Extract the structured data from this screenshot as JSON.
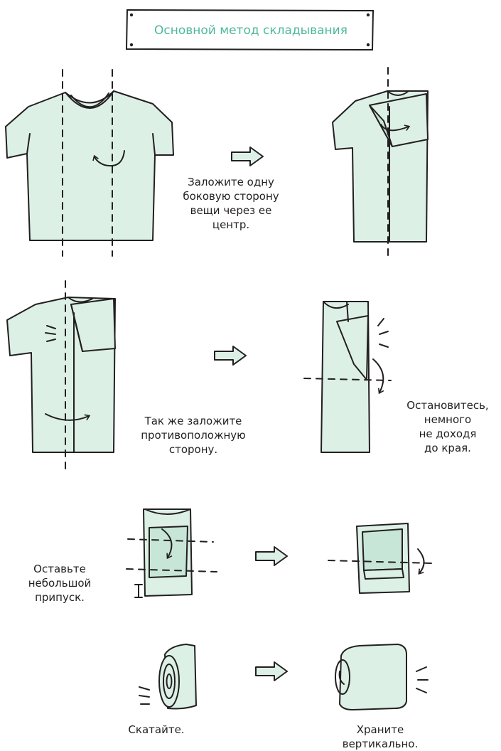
{
  "title": "Основной метод складывания",
  "colors": {
    "accent": "#4db89a",
    "garment": "#dcf0e6",
    "ink": "#231f20"
  },
  "steps": [
    {
      "caption": "Заложите одну\nбоковую сторону\nвещи через ее\nцентр."
    },
    {
      "caption": "Так же заложите\nпротивоположную\nсторону."
    },
    {
      "caption": "Остановитесь,\nнемного\nне доходя\nдо края."
    },
    {
      "caption": "Оставьте\nнебольшой\nприпуск."
    },
    {
      "caption": "Скатайте."
    },
    {
      "caption": "Храните\nвертикально."
    }
  ],
  "icons": [
    "arrow-right-icon",
    "fold-arrow-icon",
    "tshirt-icon",
    "rolled-shirt-icon"
  ]
}
